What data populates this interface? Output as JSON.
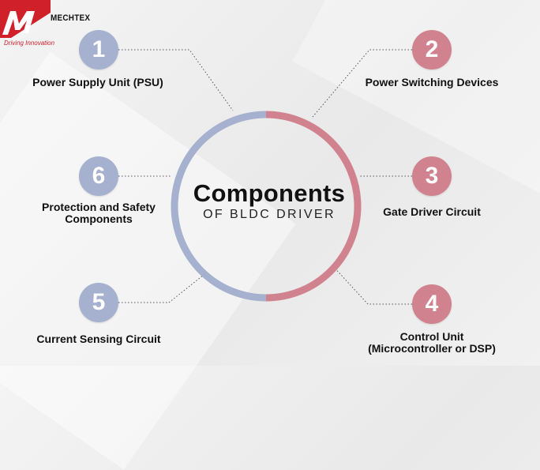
{
  "logo": {
    "brand": "MECHTEX",
    "tagline": "Driving Innovation",
    "colors": {
      "mark": "#d0202a",
      "text": "#111111"
    }
  },
  "center": {
    "title": "Components",
    "subtitle": "OF BLDC DRIVER",
    "ring_colors": {
      "left": "#a5b1cf",
      "right": "#d0838f"
    }
  },
  "components": [
    {
      "number": "1",
      "label": "Power Supply Unit (PSU)",
      "color": "#a5b1cf"
    },
    {
      "number": "2",
      "label": "Power Switching Devices",
      "color": "#d0838f"
    },
    {
      "number": "3",
      "label": "Gate Driver Circuit",
      "color": "#d0838f"
    },
    {
      "number": "4",
      "label_lines": [
        "Control Unit",
        "(Microcontroller or DSP)"
      ],
      "color": "#d0838f"
    },
    {
      "number": "5",
      "label": "Current Sensing Circuit",
      "color": "#a5b1cf"
    },
    {
      "number": "6",
      "label_lines": [
        "Protection and Safety",
        "Components"
      ],
      "color": "#a5b1cf"
    }
  ]
}
